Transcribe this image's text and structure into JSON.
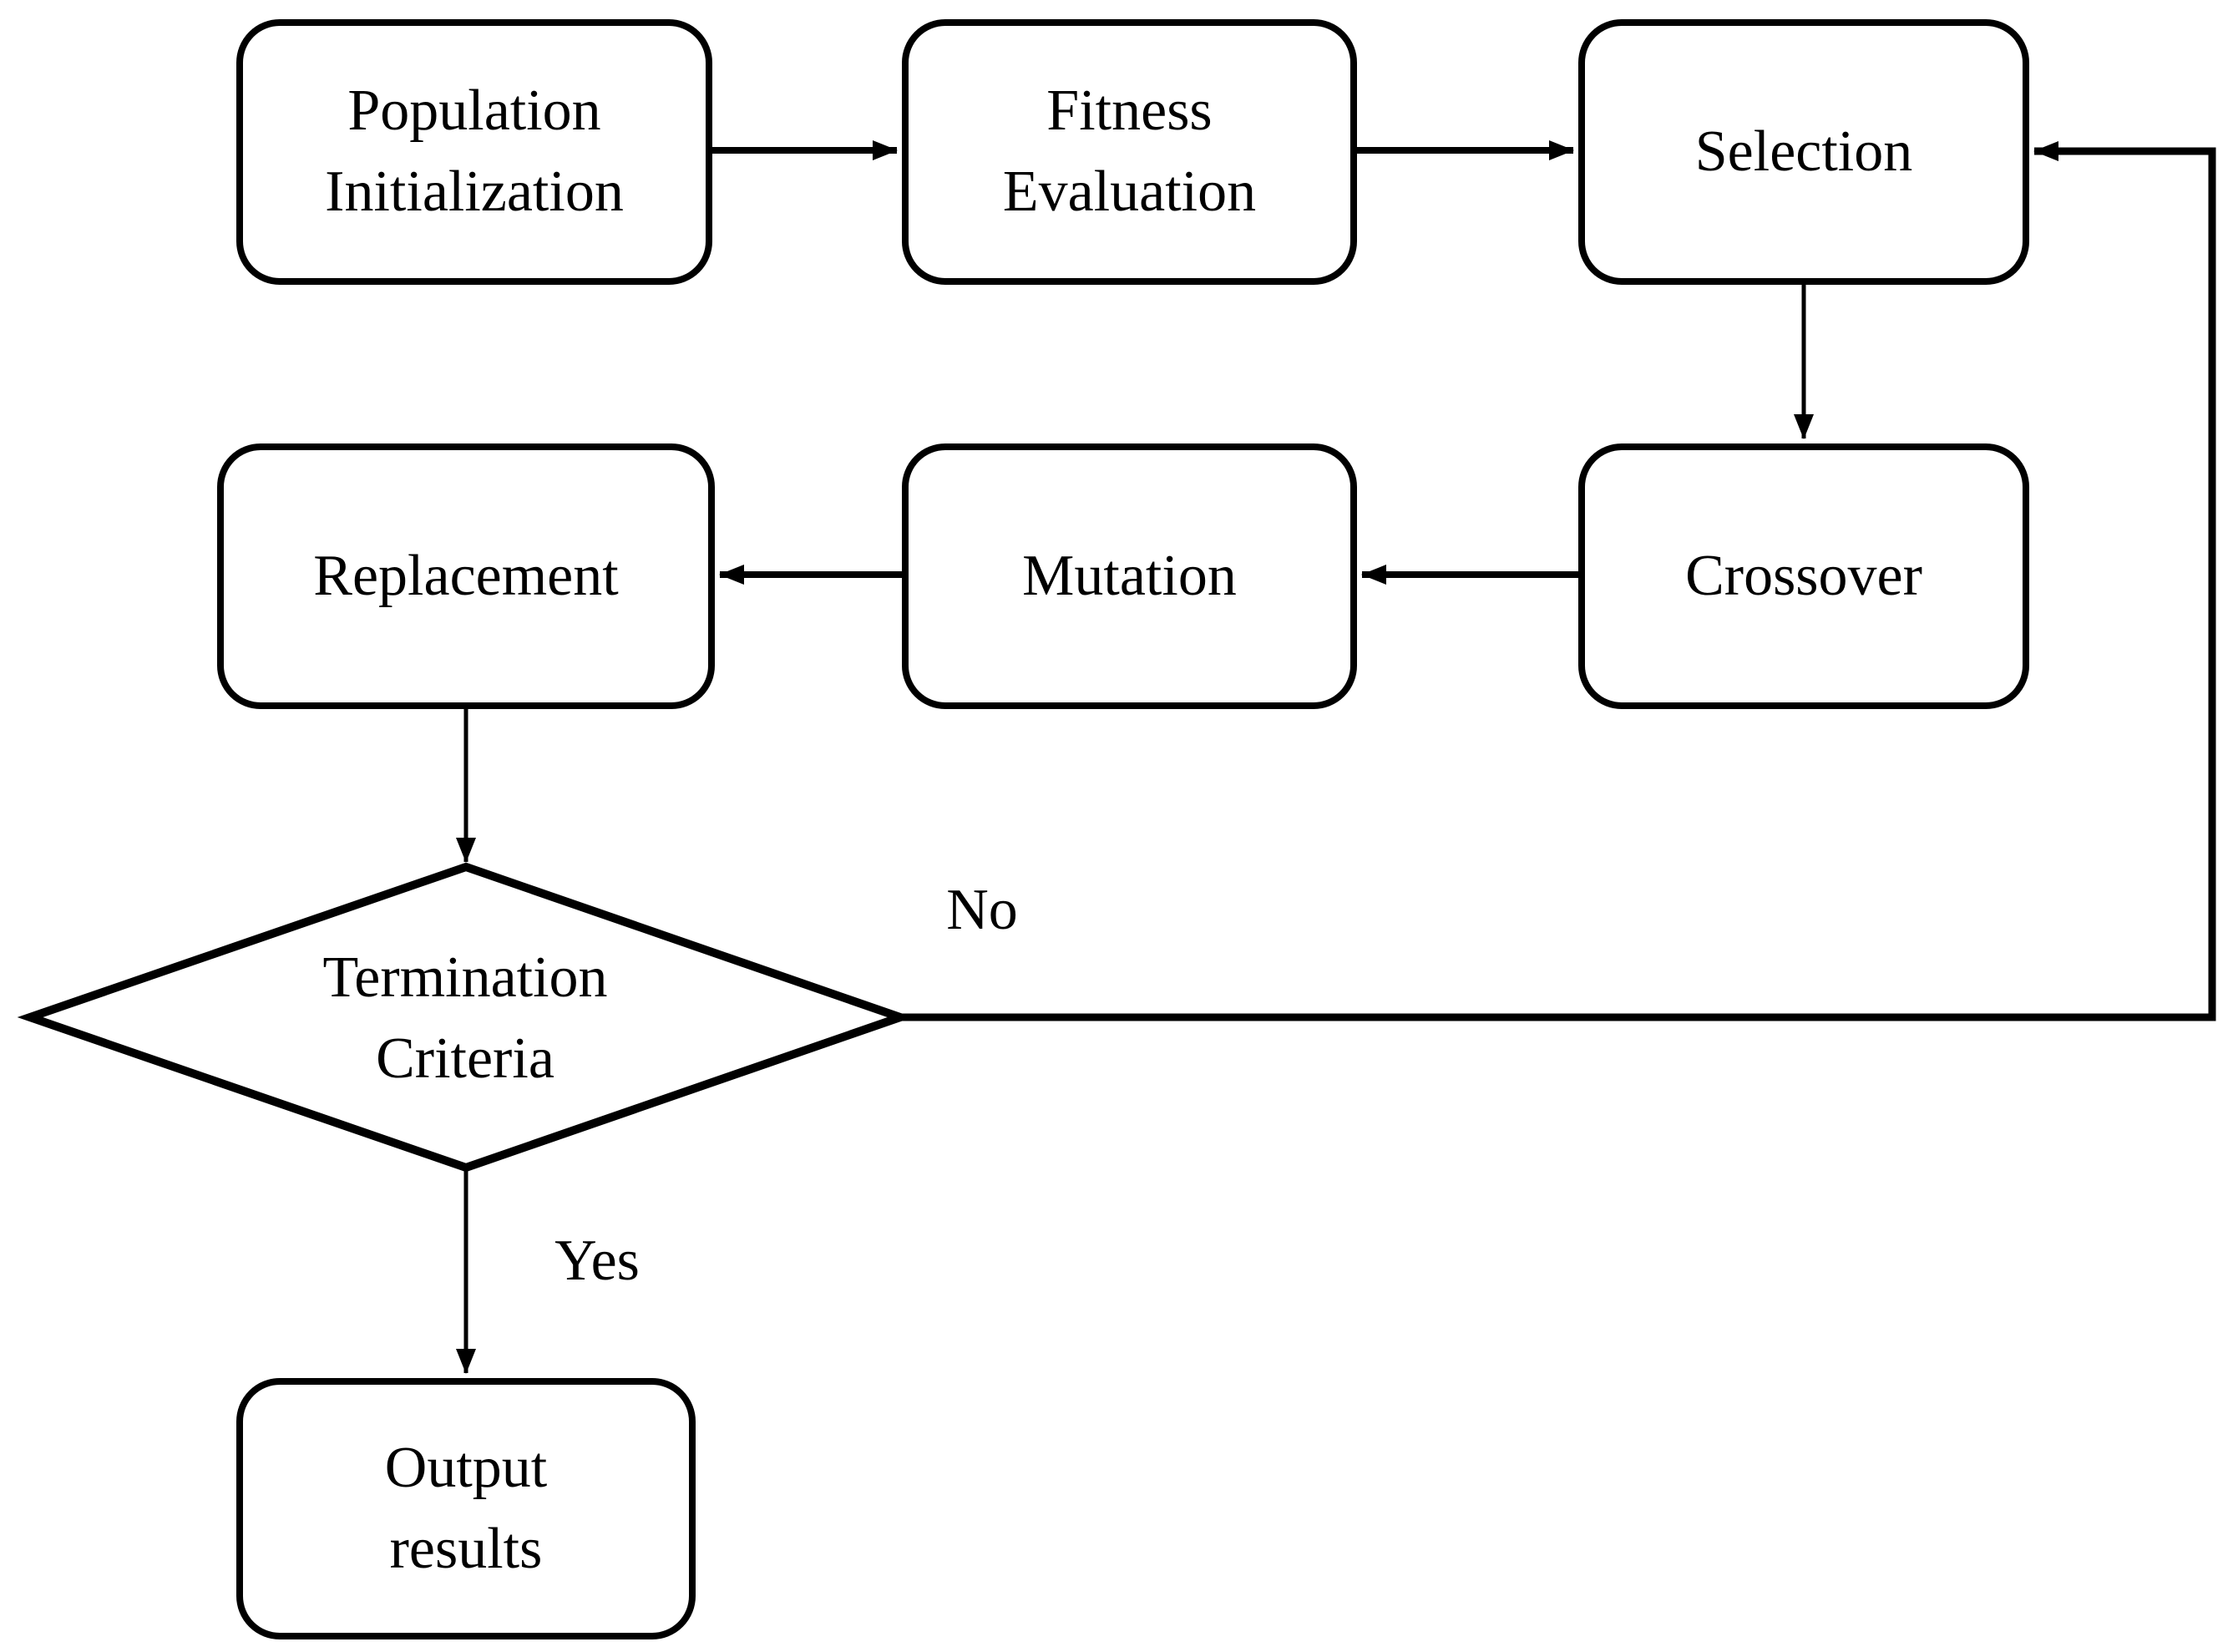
{
  "nodes": {
    "population_initialization": {
      "line1": "Population",
      "line2": "Initialization"
    },
    "fitness_evaluation": {
      "line1": "Fitness",
      "line2": "Evaluation"
    },
    "selection": {
      "label": "Selection"
    },
    "crossover": {
      "label": "Crossover"
    },
    "mutation": {
      "label": "Mutation"
    },
    "replacement": {
      "label": "Replacement"
    },
    "termination_criteria": {
      "line1": "Termination",
      "line2": "Criteria"
    },
    "output_results": {
      "line1": "Output",
      "line2": "results"
    }
  },
  "edge_labels": {
    "no": "No",
    "yes": "Yes"
  },
  "edges": [
    {
      "from": "population_initialization",
      "to": "fitness_evaluation",
      "label": ""
    },
    {
      "from": "fitness_evaluation",
      "to": "selection",
      "label": ""
    },
    {
      "from": "selection",
      "to": "crossover",
      "label": ""
    },
    {
      "from": "crossover",
      "to": "mutation",
      "label": ""
    },
    {
      "from": "mutation",
      "to": "replacement",
      "label": ""
    },
    {
      "from": "replacement",
      "to": "termination_criteria",
      "label": ""
    },
    {
      "from": "termination_criteria",
      "to": "output_results",
      "label": "Yes"
    },
    {
      "from": "termination_criteria",
      "to": "selection",
      "label": "No"
    }
  ],
  "colors": {
    "stroke": "#000000",
    "background": "#ffffff",
    "node_fill": "#ffffff"
  }
}
